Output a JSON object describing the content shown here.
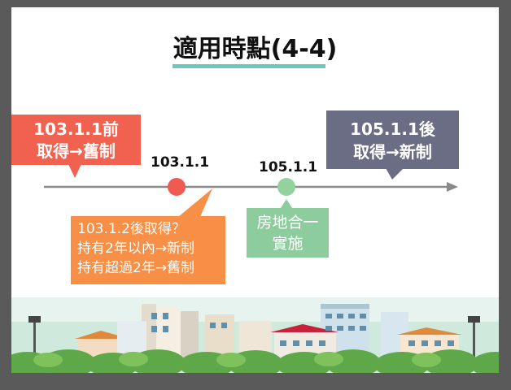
{
  "title": "適用時點(4-4)",
  "callout_before": {
    "line1": "103.1.1前",
    "line2": "取得→舊制"
  },
  "callout_after": {
    "line1": "105.1.1後",
    "line2": "取得→新制"
  },
  "callout_between": {
    "line1": "103.1.2後取得？",
    "line2": "持有2年以內→新制",
    "line3": "持有超過2年→舊制"
  },
  "callout_unified": {
    "line1": "房地合一",
    "line2": "實施"
  },
  "date_1": "103.1.1",
  "date_2": "105.1.1",
  "colors": {
    "red": "#f0614f",
    "gray": "#6a6d84",
    "orange": "#f79046",
    "green": "#8ccc9d",
    "accent": "#6cc7bf"
  }
}
